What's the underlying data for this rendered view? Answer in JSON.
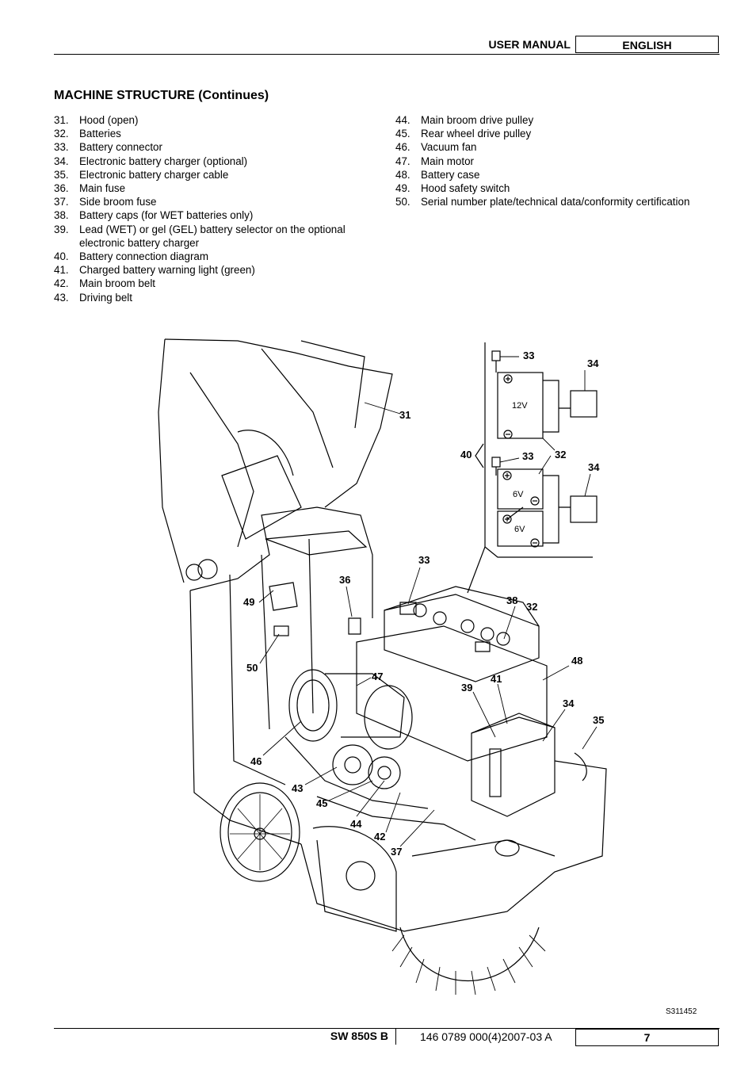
{
  "header": {
    "manual_label": "USER MANUAL",
    "language": "ENGLISH"
  },
  "section_title": "MACHINE STRUCTURE (Continues)",
  "legend_left": [
    {
      "num": "31.",
      "text": "Hood (open)"
    },
    {
      "num": "32.",
      "text": "Batteries"
    },
    {
      "num": "33.",
      "text": "Battery connector"
    },
    {
      "num": "34.",
      "text": "Electronic battery charger (optional)"
    },
    {
      "num": "35.",
      "text": "Electronic battery charger cable"
    },
    {
      "num": "36.",
      "text": "Main fuse"
    },
    {
      "num": "37.",
      "text": "Side broom fuse"
    },
    {
      "num": "38.",
      "text": "Battery caps (for WET batteries only)"
    },
    {
      "num": "39.",
      "text": "Lead (WET) or gel (GEL) battery selector on the optional electronic battery charger"
    },
    {
      "num": "40.",
      "text": "Battery connection diagram"
    },
    {
      "num": "41.",
      "text": "Charged battery warning light (green)"
    },
    {
      "num": "42.",
      "text": "Main broom belt"
    },
    {
      "num": "43.",
      "text": "Driving belt"
    }
  ],
  "legend_right": [
    {
      "num": "44.",
      "text": "Main broom drive pulley"
    },
    {
      "num": "45.",
      "text": "Rear wheel drive pulley"
    },
    {
      "num": "46.",
      "text": "Vacuum fan"
    },
    {
      "num": "47.",
      "text": "Main motor"
    },
    {
      "num": "48.",
      "text": "Battery case"
    },
    {
      "num": "49.",
      "text": "Hood safety switch"
    },
    {
      "num": "50.",
      "text": "Serial number plate/technical data/conformity certification"
    }
  ],
  "figure": {
    "callouts": {
      "c31": "31",
      "c33a": "33",
      "c34a": "34",
      "c40": "40",
      "c33b": "33",
      "c32a": "32",
      "c34b": "34",
      "c33c": "33",
      "c36": "36",
      "c49": "49",
      "c38": "38",
      "c32b": "32",
      "c48": "48",
      "c50": "50",
      "c47": "47",
      "c39": "39",
      "c41": "41",
      "c34c": "34",
      "c35": "35",
      "c46": "46",
      "c43": "43",
      "c45": "45",
      "c44": "44",
      "c42": "42",
      "c37": "37"
    },
    "battery_labels": {
      "b12v": "12V",
      "b6v_a": "6V",
      "b6v_b": "6V"
    },
    "code": "S311452"
  },
  "footer": {
    "model": "SW 850S B",
    "doc_number": "146 0789 000(4)2007-03 A",
    "page": "7"
  }
}
